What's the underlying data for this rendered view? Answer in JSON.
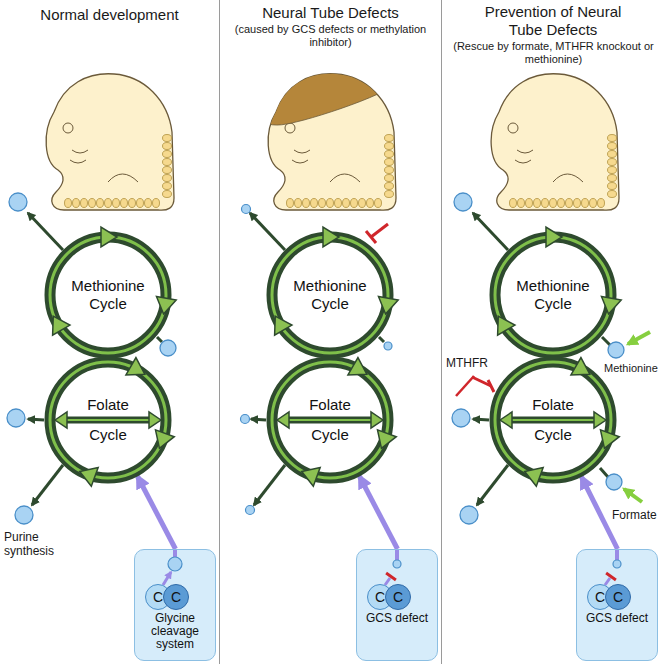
{
  "diagram": {
    "nodes": [
      {
        "text": [
          "Methionine Cycle"
        ]
      },
      {
        "text": [
          "Folate Cycle"
        ]
      },
      {
        "text": [
          "Glycine cleavage system"
        ]
      },
      {
        "text": [
          "C"
        ],
        "in": 2
      },
      {
        "text": [
          "C"
        ],
        "in": 2
      },
      {
        "text": [
          "Methionine Cycle"
        ]
      },
      {
        "text": [
          "Folate Cycle"
        ]
      },
      {
        "text": [
          "GCS defect"
        ]
      },
      {
        "text": [
          "C"
        ],
        "in": 7
      },
      {
        "text": [
          "C"
        ],
        "in": 7
      },
      {
        "text": [
          "Methionine Cycle"
        ]
      },
      {
        "text": [
          "Folate Cycle"
        ]
      },
      {
        "text": [
          "GCS defect"
        ]
      },
      {
        "text": [
          "C"
        ],
        "in": 12
      },
      {
        "text": [
          "C"
        ],
        "in": 12
      }
    ],
    "edges": [
      {
        "from": 2,
        "to": 1,
        "arrow": "to"
      },
      {
        "from": 7,
        "to": 6,
        "arrow": "to"
      },
      {
        "from": 12,
        "to": 11,
        "arrow": "to"
      }
    ],
    "labels": [
      "Normal development",
      "Neural Tube Defects",
      "(caused by GCS defects or methylation inhibitor)",
      "Prevention of Neural Tube Defects",
      "(Rescue by formate, MTHFR knockout or methionine)",
      "Purine synthesis",
      "MTHFR",
      "Methionine",
      "Formate"
    ]
  }
}
